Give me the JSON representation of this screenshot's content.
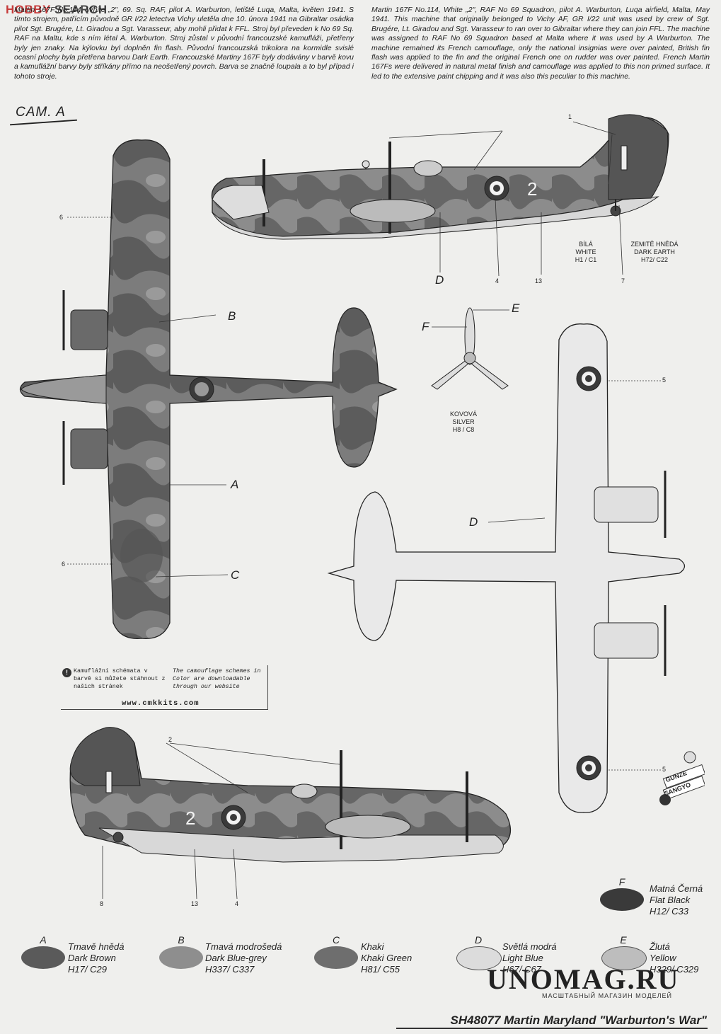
{
  "brand": {
    "part1": "HOBBY",
    "part2": " SEARCH"
  },
  "intro": {
    "cz": "Martin 167F No.114, White „2\", 69. Sq. RAF, pilot A. Warburton, letiště Luqa, Malta, květen 1941. S tímto strojem, patřícím původně GR I/22 letectva Vichy uletěla dne 10. února 1941 na Gibraltar osádka pilot Sgt. Brugére, Lt. Giradou a Sgt. Varasseur, aby mohli přidat k FFL. Stroj byl převeden k No 69 Sq. RAF na Maltu, kde s ním létal A. Warburton. Stroj zůstal v původní francouzské kamufláži, přetřeny byly jen znaky. Na kýlovku byl doplněn fin flash. Původní francouzská trikolora na kormidle svislé ocasní plochy byla přetřena barvou Dark Earth. Francouzské Martiny 167F byly dodávány v barvě kovu a kamuflážní barvy byly stříkány přímo na neošetřený povrch. Barva se značně loupala a to byl případ i tohoto stroje.",
    "en": "Martin 167F No.114, White „2\", RAF No 69 Squadron, pilot A. Warburton, Luqa airfield, Malta, May 1941. This machine that originally belonged to Vichy AF, GR I/22 unit was used by crew of Sgt. Brugére, Lt. Giradou and Sgt. Varasseur to ran over to Gibraltar where they can join FFL. The machine was assigned to RAF No 69 Squadron based at Malta where it was used by A Warburton. The machine remained its French camouflage, only the national insignias were over painted, British fin flash was applied to the fin and the original French one on rudder was over painted. French Martin 167Fs were delivered in natural metal finish and camouflage was applied to this non primed surface. It led to the extensive paint chipping and it was also this peculiar to this machine."
  },
  "cam_label": "CAM. A",
  "callouts": {
    "n1": "1",
    "n2": "2",
    "n4a": "4",
    "n4b": "4",
    "n5a": "5",
    "n5b": "5",
    "n6a": "6",
    "n6b": "6",
    "n7": "7",
    "n8": "8",
    "n13a": "13",
    "n13b": "13",
    "A": "A",
    "B": "B",
    "C": "C",
    "D1": "D",
    "D2": "D",
    "E": "E",
    "F": "F"
  },
  "labels": {
    "white": {
      "l1": "BÍLÁ",
      "l2": "WHITE",
      "l3": "H1 / C1"
    },
    "earth": {
      "l1": "ZEMITĚ HNĚDÁ",
      "l2": "DARK EARTH",
      "l3": "H72/ C22"
    },
    "silver": {
      "l1": "KOVOVÁ",
      "l2": "SILVER",
      "l3": "H8 / C8"
    }
  },
  "aircraft_marking": "2",
  "note": {
    "cz": "Kamuflážní schémata v barvě si můžete stáhnout z našich stránek",
    "en": "The camouflage schemes in Color are downloadable through our website",
    "url": "www.cmkkits.com"
  },
  "swatches": [
    {
      "letter": "A",
      "cz": "Tmavě hnědá",
      "en": "Dark Brown",
      "code": "H17/ C29",
      "color": "#5a5a5a"
    },
    {
      "letter": "B",
      "cz": "Tmavá modrošedá",
      "en": "Dark Blue-grey",
      "code": "H337/ C337",
      "color": "#8e8e8e"
    },
    {
      "letter": "C",
      "cz": "Khaki",
      "en": "Khaki Green",
      "code": "H81/ C55",
      "color": "#6e6e6e"
    },
    {
      "letter": "D",
      "cz": "Světlá modrá",
      "en": "Light Blue",
      "code": "H67/ C67",
      "color": "#dcdcdc"
    },
    {
      "letter": "E",
      "cz": "Žlutá",
      "en": "Yellow",
      "code": "H329/ C329",
      "color": "#bdbdbd"
    },
    {
      "letter": "F",
      "cz": "Matná Černá",
      "en": "Flat Black",
      "code": "H12/ C33",
      "color": "#3a3a3a"
    }
  ],
  "gunze": {
    "top": "GUNZE",
    "bottom": "SANGYO"
  },
  "watermark": {
    "main": "UNOMAG.RU",
    "sub": "МАСШТАБНЫЙ МАГАЗИН МОДЕЛЕЙ"
  },
  "footer": "SH48077 Martin Maryland \"Warburton's War\""
}
